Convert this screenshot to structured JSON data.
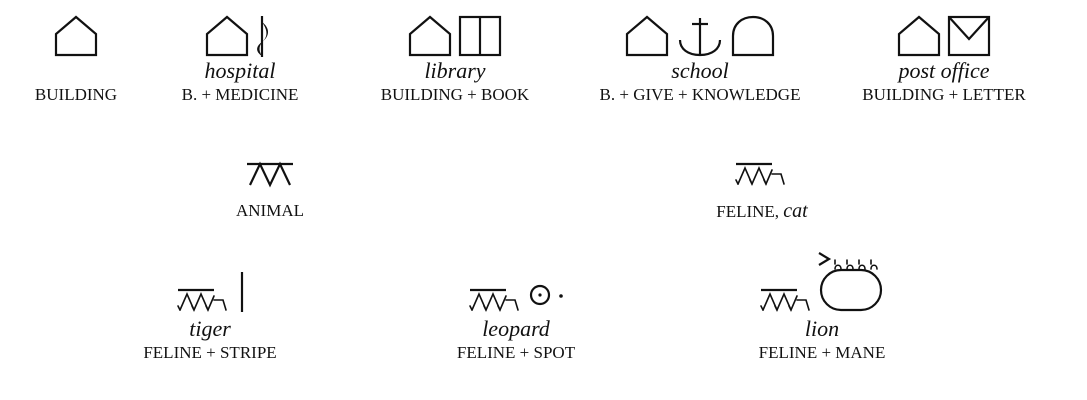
{
  "entries": [
    {
      "id": "building",
      "word": "",
      "gloss": "BUILDING",
      "symbols": [
        "building"
      ]
    },
    {
      "id": "hospital",
      "word": "hospital",
      "gloss": "B. + MEDICINE",
      "symbols": [
        "building",
        "medicine"
      ]
    },
    {
      "id": "library",
      "word": "library",
      "gloss": "BUILDING + BOOK",
      "symbols": [
        "building",
        "book"
      ]
    },
    {
      "id": "school",
      "word": "school",
      "gloss": "B. + GIVE + KNOWLEDGE",
      "symbols": [
        "building",
        "give",
        "knowledge"
      ]
    },
    {
      "id": "post_office",
      "word": "post office",
      "gloss": "BUILDING + LETTER",
      "symbols": [
        "building",
        "letter"
      ]
    },
    {
      "id": "animal",
      "word": "",
      "gloss": "ANIMAL",
      "symbols": [
        "animal"
      ]
    },
    {
      "id": "cat",
      "word": "",
      "gloss": "FELINE,",
      "gloss_italic": "cat",
      "symbols": [
        "feline"
      ]
    },
    {
      "id": "tiger",
      "word": "tiger",
      "gloss": "FELINE + STRIPE",
      "symbols": [
        "feline",
        "stripe"
      ]
    },
    {
      "id": "leopard",
      "word": "leopard",
      "gloss": "FELINE + SPOT",
      "symbols": [
        "feline",
        "spot"
      ]
    },
    {
      "id": "lion",
      "word": "lion",
      "gloss": "FELINE + MANE",
      "symbols": [
        "feline",
        "mane"
      ]
    }
  ]
}
